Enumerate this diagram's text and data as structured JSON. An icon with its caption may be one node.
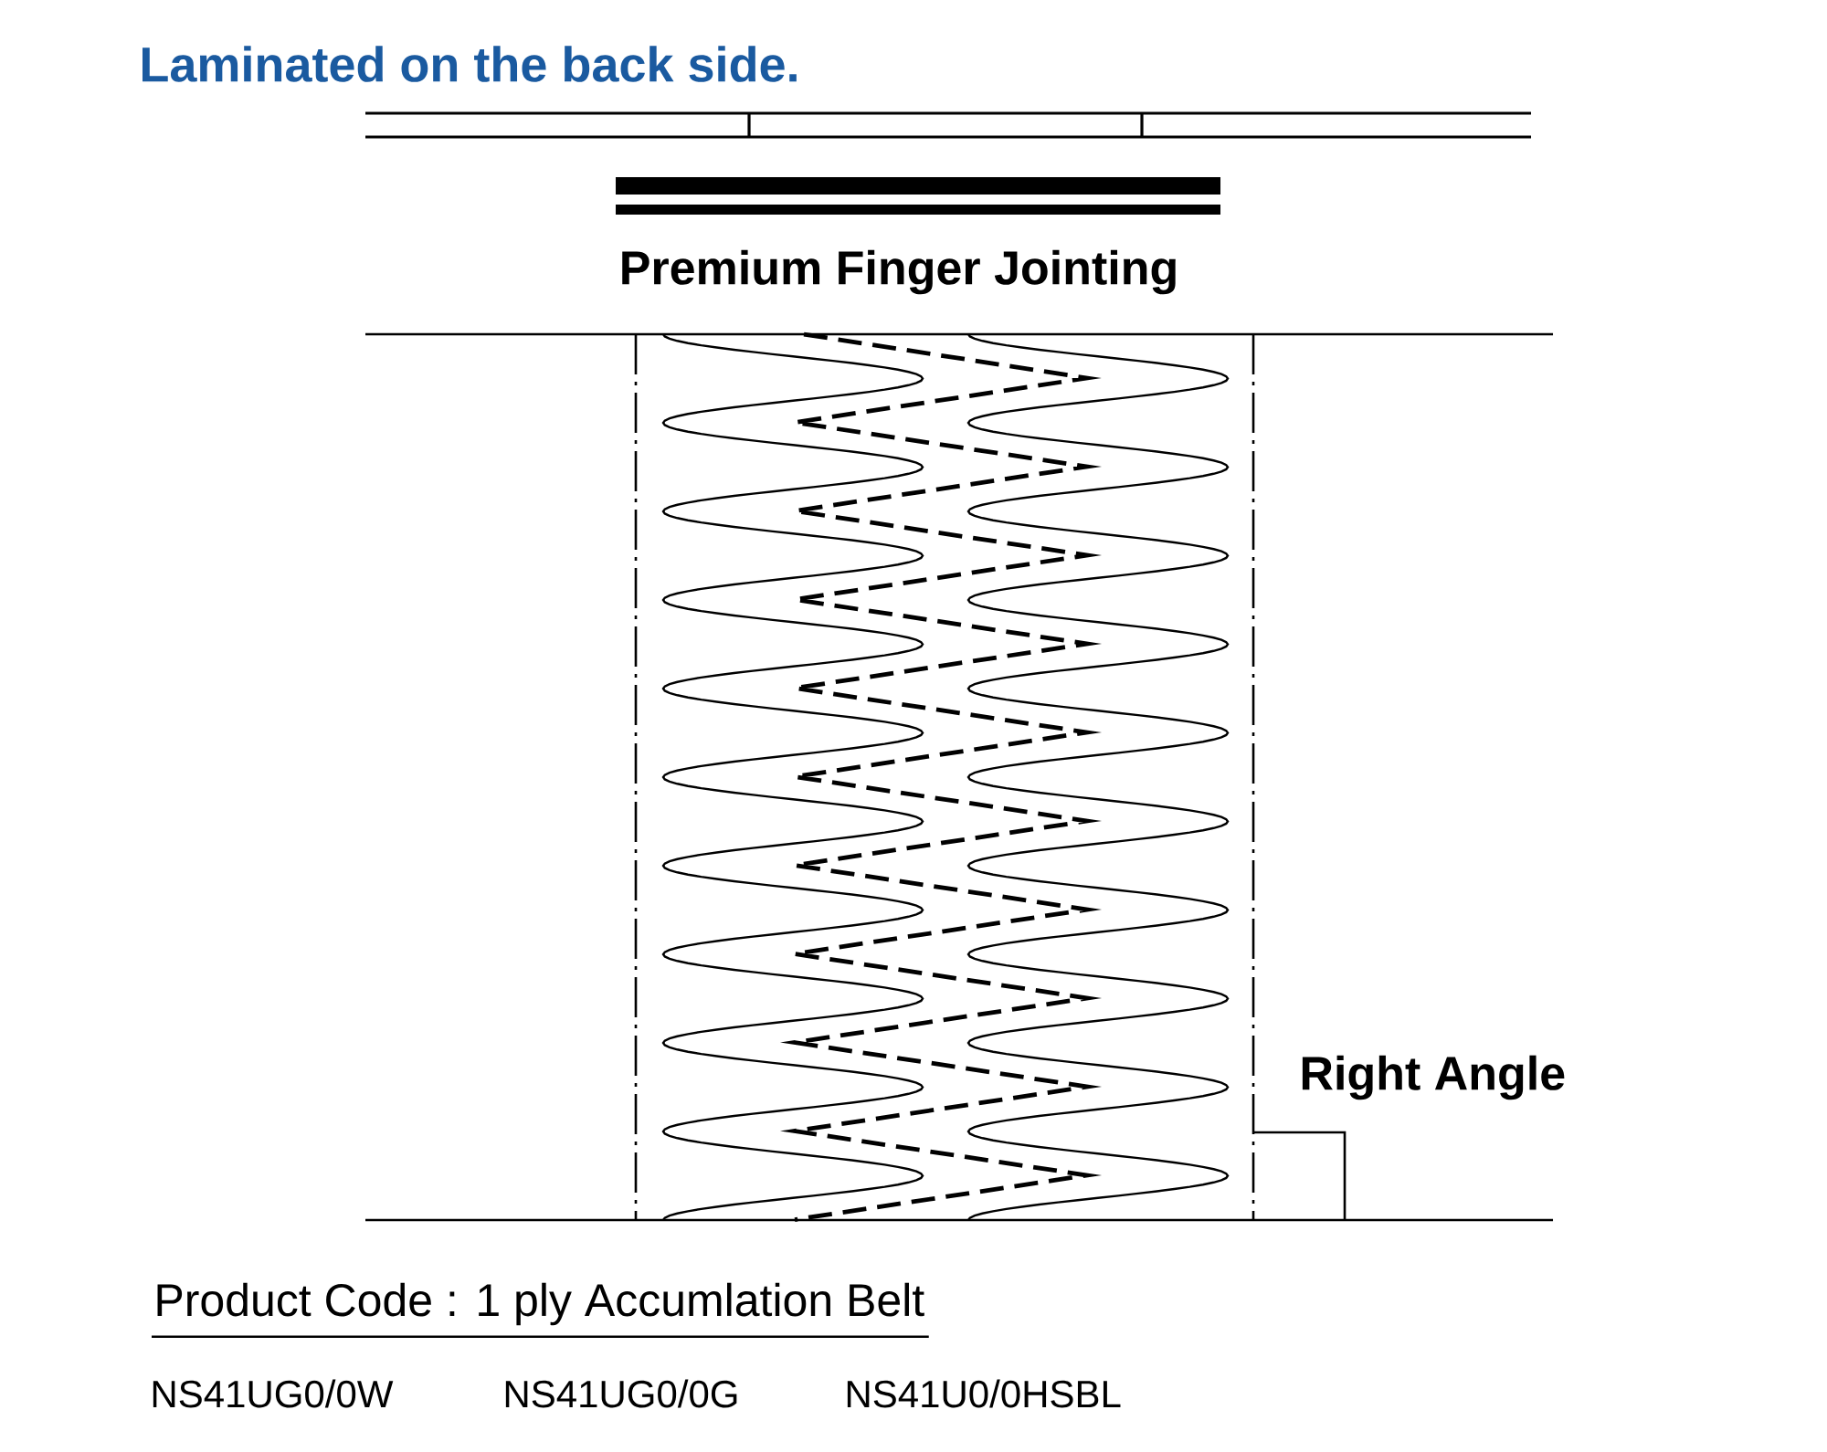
{
  "diagram": {
    "title": "Laminated on the back side.",
    "labels": [
      "Premium Finger Jointing",
      "Right Angle",
      "Product Code : 1 ply Accumlation Belt",
      "NS41UG0/0W",
      "NS41UG0/0G",
      "NS41U0/0HSBL"
    ]
  }
}
